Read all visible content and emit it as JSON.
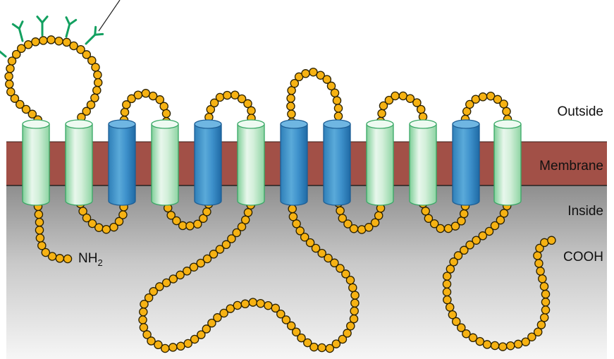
{
  "regions": {
    "outside": "Outside",
    "membrane": "Membrane",
    "inside": "Inside"
  },
  "termini": {
    "n_terminus": {
      "main": "NH",
      "sub": "2"
    },
    "c_terminus": "COOH"
  },
  "colors": {
    "membrane": "#a25047",
    "inside_top": "#8f8f8f",
    "inside_bottom": "#f4f4f4",
    "residue_fill": "#f6b213",
    "residue_stroke": "#2a2000",
    "helix_green": "#bfe6c8",
    "helix_blue": "#3f8fc6",
    "glycan": "#13a060",
    "text": "#111111"
  },
  "helices": [
    {
      "name": "helix-1",
      "color": "green"
    },
    {
      "name": "helix-2",
      "color": "green"
    },
    {
      "name": "helix-3",
      "color": "blue"
    },
    {
      "name": "helix-4",
      "color": "green"
    },
    {
      "name": "helix-5",
      "color": "blue"
    },
    {
      "name": "helix-6",
      "color": "green"
    },
    {
      "name": "helix-7",
      "color": "blue"
    },
    {
      "name": "helix-8",
      "color": "blue"
    },
    {
      "name": "helix-9",
      "color": "green"
    },
    {
      "name": "helix-10",
      "color": "green"
    },
    {
      "name": "helix-11",
      "color": "blue"
    },
    {
      "name": "helix-12",
      "color": "green"
    }
  ],
  "glycosylation_sites": 5
}
